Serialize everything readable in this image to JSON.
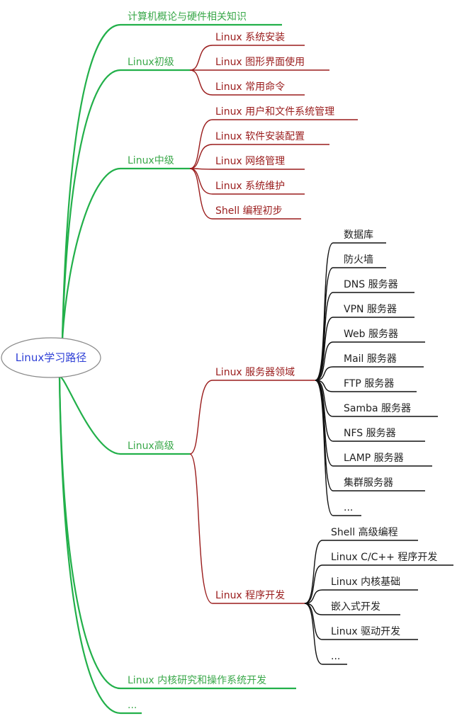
{
  "root": {
    "label": "Linux学习路径"
  },
  "branches": {
    "intro": {
      "label": "计算机概论与硬件相关知识"
    },
    "basic": {
      "label": "Linux初级",
      "children": [
        "Linux 系统安装",
        "Linux 图形界面使用",
        "Linux 常用命令"
      ]
    },
    "intermediate": {
      "label": "Linux中级",
      "children": [
        "Linux 用户和文件系统管理",
        "Linux 软件安装配置",
        "Linux 网络管理",
        "Linux 系统维护",
        "Shell 编程初步"
      ]
    },
    "advanced": {
      "label": "Linux高级",
      "server": {
        "label": "Linux 服务器领域",
        "children": [
          "数据库",
          "防火墙",
          "DNS 服务器",
          "VPN 服务器",
          "Web 服务器",
          "Mail 服务器",
          "FTP 服务器",
          "Samba 服务器",
          "NFS 服务器",
          "LAMP 服务器",
          "集群服务器",
          "..."
        ]
      },
      "programming": {
        "label": "Linux 程序开发",
        "children": [
          "Shell 高级编程",
          "Linux C/C++ 程序开发",
          "Linux 内核基础",
          "嵌入式开发",
          "Linux 驱动开发",
          "..."
        ]
      }
    },
    "kernel": {
      "label": "Linux 内核研究和操作系统开发"
    },
    "more": {
      "label": "..."
    }
  },
  "colors": {
    "level1": "#22b04a",
    "level2": "#9a1c1c",
    "level3": "#111111",
    "root_text": "#2e3fd6"
  }
}
